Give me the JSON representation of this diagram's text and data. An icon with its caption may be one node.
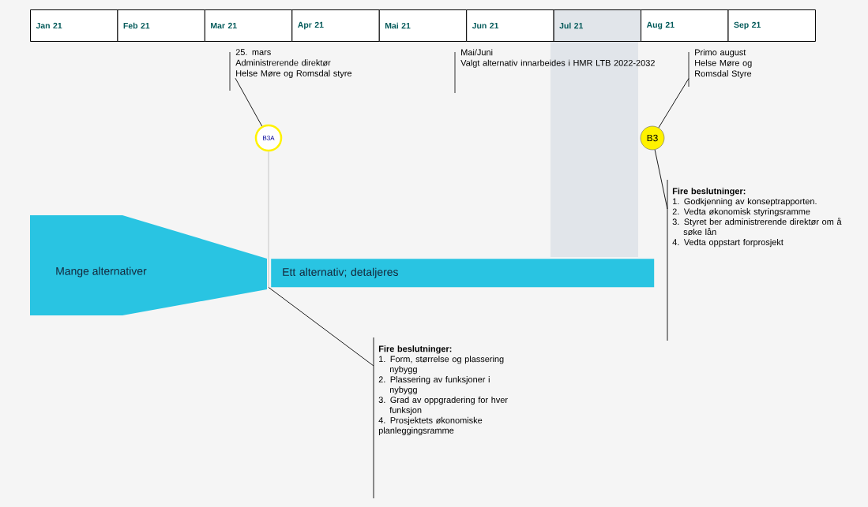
{
  "diagram": {
    "nodes": [
      {
        "text": [
          "Jan 21"
        ]
      },
      {
        "text": [
          "Feb 21"
        ]
      },
      {
        "text": [
          "Mar 21"
        ]
      },
      {
        "text": [
          "Apr 21"
        ]
      },
      {
        "text": [
          "Mai 21"
        ]
      },
      {
        "text": [
          "Jun 21"
        ]
      },
      {
        "text": [
          "Jul 21"
        ]
      },
      {
        "text": [
          "Aug 21"
        ]
      },
      {
        "text": [
          "Sep 21"
        ]
      },
      {
        "text": [
          "25. mars",
          "Administrerende direktør",
          "Helse Møre og Romsdal styre"
        ]
      },
      {
        "text": [
          "Mai/Juni",
          "Valgt alternativ innarbeides i HMR LTB 2022-2032"
        ]
      },
      {
        "text": [
          "Primo august",
          "Helse Møre og Romsdal Styre"
        ]
      },
      {
        "text": [
          "B3A"
        ]
      },
      {
        "text": [
          "B3"
        ]
      },
      {
        "text": [
          "Mange alternativer"
        ]
      },
      {
        "text": [
          "Ett alternativ; detaljeres"
        ]
      },
      {
        "text": [
          "Fire beslutninger:",
          "1. Form, størrelse og plassering nybygg",
          "2. Plassering av funksjoner i nybygg",
          "3. Grad av oppgradering for hver funksjon",
          "4. Prosjektets økonomiske planleggingsramme"
        ]
      },
      {
        "text": [
          "Fire beslutninger:",
          "1. Godkjenning av konseptrapporten.",
          "2. Vedta økonomisk styringsramme",
          "3. Styret ber administrerende direktør om å søke lån",
          "4. Vedta oppstart forprosjekt"
        ]
      }
    ],
    "edges": [
      {
        "from": 9,
        "to": 12,
        "arrow": "none"
      },
      {
        "from": 11,
        "to": 13,
        "arrow": "none"
      },
      {
        "from": 12,
        "to": 15,
        "arrow": "none",
        "color": "#a6a6a6"
      },
      {
        "from": 16,
        "to": 15,
        "arrow": "none"
      },
      {
        "from": 17,
        "to": 13,
        "arrow": "none"
      }
    ]
  }
}
